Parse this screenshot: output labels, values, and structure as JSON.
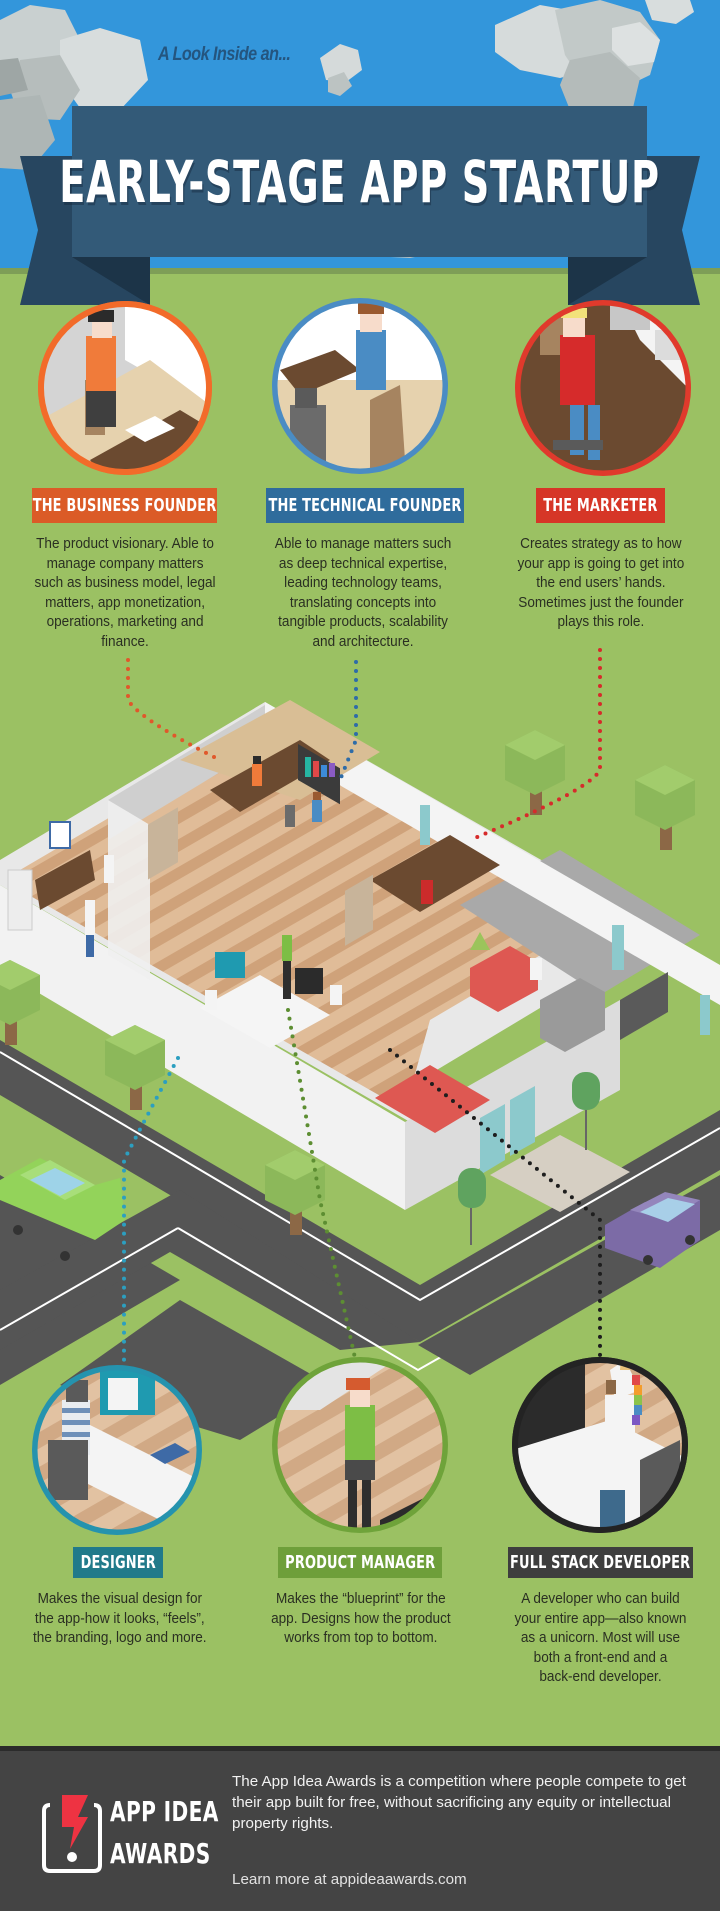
{
  "header": {
    "subtitle": "A Look Inside an...",
    "title": "EARLY-STAGE APP STARTUP",
    "colors": {
      "sky": "#3396DB",
      "banner": "#335A78",
      "banner_tail": "#274660",
      "title_text": "#FFFFFF"
    }
  },
  "roles_top": [
    {
      "id": "business-founder",
      "label": "THE BUSINESS FOUNDER",
      "color": "#DB5B27",
      "ring_color": "#F26B2A",
      "description_lines": [
        "The product visionary. Able to",
        "manage company matters",
        "such as business model, legal",
        "matters, app monetization,",
        "operations, marketing and",
        "finance."
      ]
    },
    {
      "id": "technical-founder",
      "label": "THE TECHNICAL FOUNDER",
      "color": "#2F6C9C",
      "ring_color": "#4A8CC4",
      "description_lines": [
        "Able to manage matters such",
        "as deep technical expertise,",
        "leading technology teams,",
        "translating concepts into",
        "tangible products, scalability",
        "and architecture."
      ]
    },
    {
      "id": "marketer",
      "label": "THE MARKETER",
      "color": "#D63627",
      "ring_color": "#E03A2C",
      "description_lines": [
        "Creates strategy as to how",
        "your app is going to get into",
        "the end users’ hands.",
        "Sometimes just the founder",
        "plays this role."
      ]
    }
  ],
  "roles_bottom": [
    {
      "id": "designer",
      "label": "DESIGNER",
      "color": "#217A8A",
      "ring_color": "#2593AE",
      "description_lines": [
        "Makes the visual design for",
        "the app-how it looks, “feels”,",
        "the branding, logo and more."
      ]
    },
    {
      "id": "product-manager",
      "label": "PRODUCT MANAGER",
      "color": "#6E9F3A",
      "ring_color": "#6FA33A",
      "description_lines": [
        "Makes the “blueprint” for the",
        "app. Designs how the product",
        "works from top to bottom."
      ]
    },
    {
      "id": "full-stack-developer",
      "label": "FULL STACK DEVELOPER",
      "color": "#3E3E3E",
      "ring_color": "#232323",
      "description_lines": [
        "A developer who can build",
        "your entire app—also known",
        "as a unicorn. Most will use",
        "both a front-end and a",
        "back-end developer."
      ]
    }
  ],
  "illustration": {
    "icons": [
      "cloud-icon",
      "house-icon",
      "car-icon",
      "tree-icon",
      "road-icon"
    ],
    "colors": {
      "grass": "#9BC163",
      "road": "#555555",
      "wall": "#F2F2F2",
      "floor": "#D9B08C",
      "rug": "#DE5852",
      "car_green": "#93D35A",
      "car_purple": "#7C6BA6"
    }
  },
  "footer": {
    "logo_line1": "APP IDEA",
    "logo_line2": "AWARDS",
    "description": "The App Idea Awards is a competition where people compete to get their app built for free, without sacrificing any equity or intellectual property rights.",
    "learn_more": "Learn more at appideaawards.com",
    "colors": {
      "background": "#444444",
      "bolt": "#EE3342"
    }
  }
}
